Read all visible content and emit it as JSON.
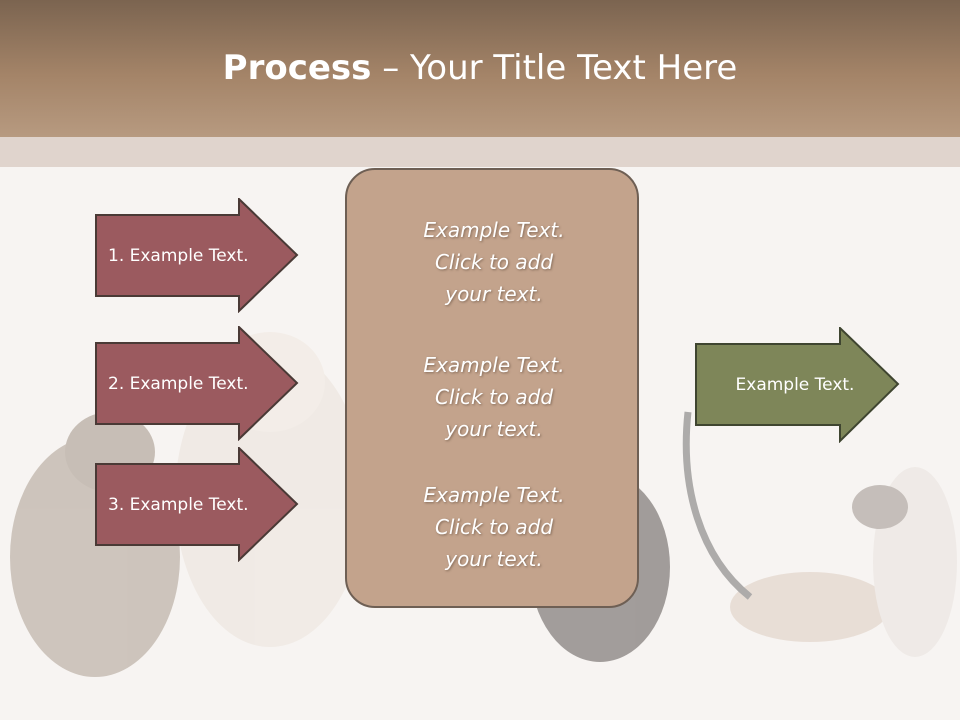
{
  "slide": {
    "title_bold": "Process",
    "title_dash": " – ",
    "title_rest": "Your Title Text Here"
  },
  "left_arrows": [
    {
      "label": "1. Example Text."
    },
    {
      "label": "2. Example Text."
    },
    {
      "label": "3. Example Text."
    }
  ],
  "center_panel": {
    "blocks": [
      {
        "line1": "Example Text.",
        "line2": "Click  to add",
        "line3": "your text."
      },
      {
        "line1": "Example Text.",
        "line2": "Click  to add",
        "line3": "your text."
      },
      {
        "line1": "Example Text.",
        "line2": "Click  to add",
        "line3": "your text."
      }
    ]
  },
  "right_arrow": {
    "label": "Example Text."
  },
  "colors": {
    "header": "#a48468",
    "left_arrow_fill": "#9b5a5f",
    "right_arrow_fill": "#7e8659",
    "panel_fill": "#c3a38c"
  }
}
